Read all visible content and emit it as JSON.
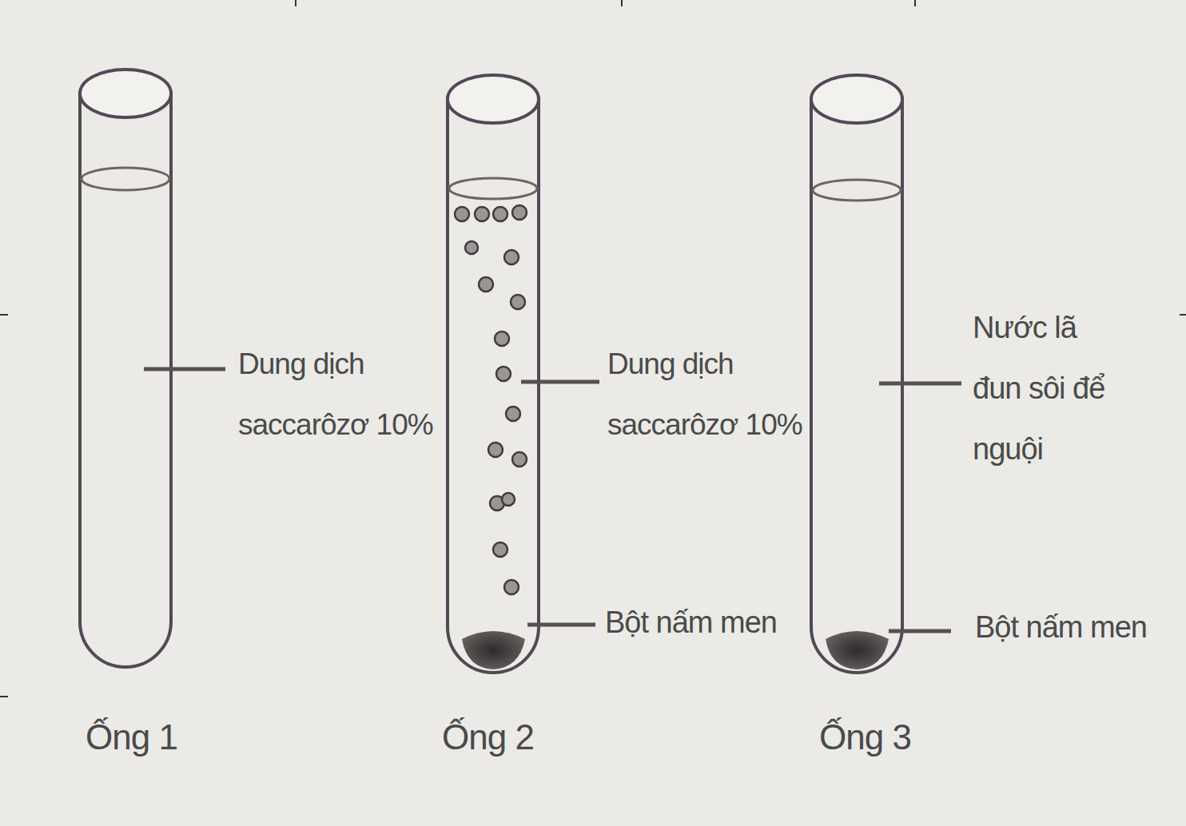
{
  "diagram": {
    "labels": [
      "Dung dịch saccarôzơ 10%",
      "Dung dịch saccarôzơ 10%",
      "Bột nấm men",
      "Nước lã đun sôi để nguội",
      "Bột nấm men",
      "Ống 1",
      "Ống 2",
      "Ống 3"
    ]
  }
}
